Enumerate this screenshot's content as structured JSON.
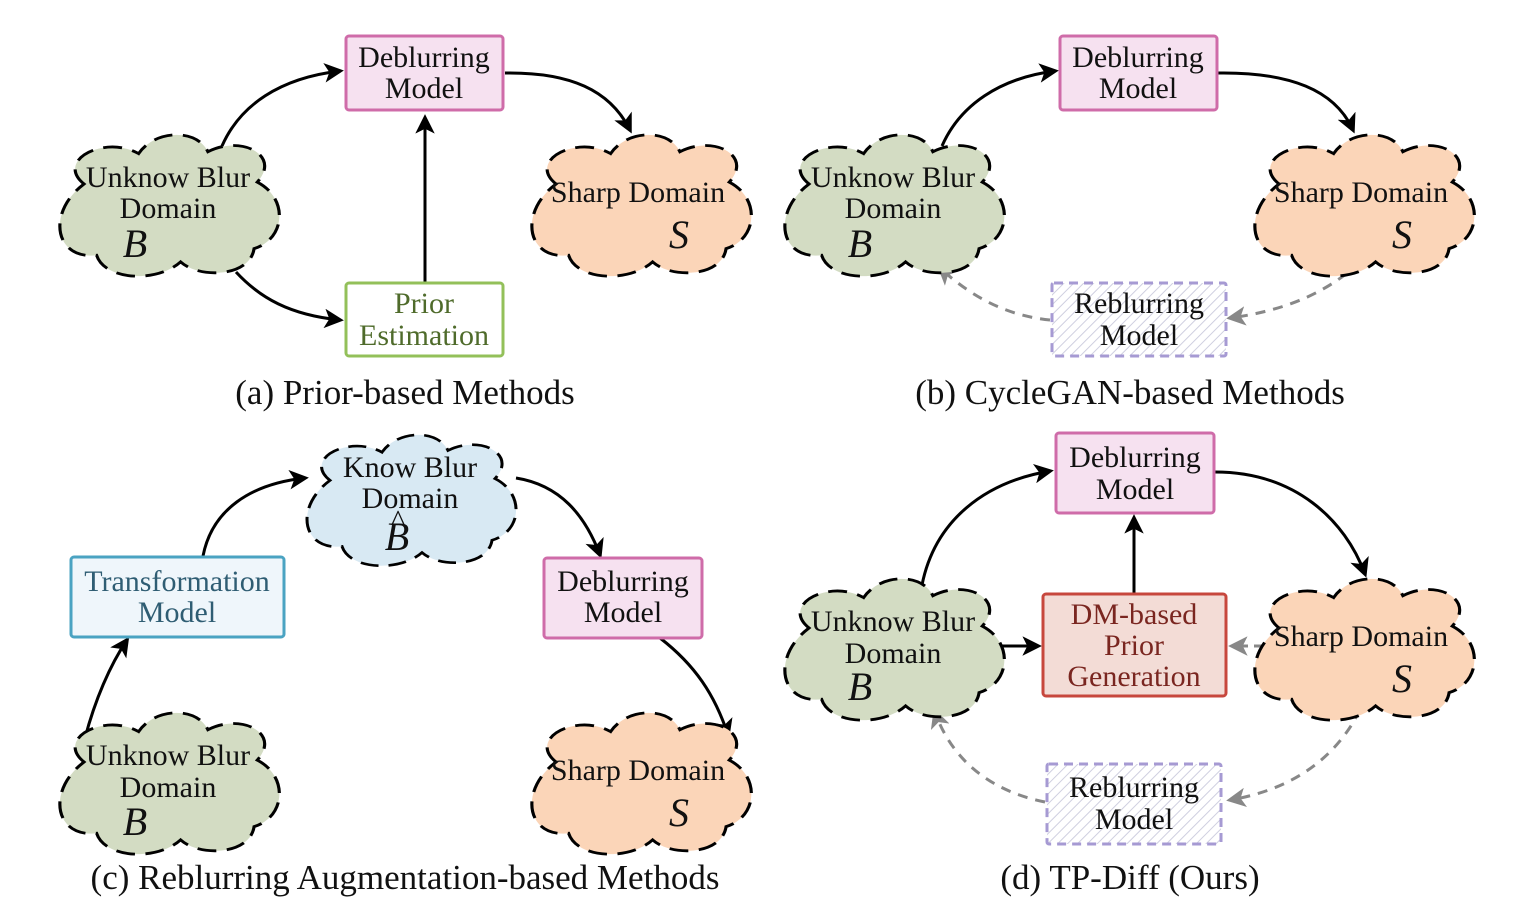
{
  "panel_a": {
    "caption": "(a) Prior-based Methods",
    "blur_domain": {
      "line1": "Unknow Blur",
      "line2": "Domain",
      "symbol": "B"
    },
    "sharp_domain": {
      "line1": "Sharp Domain",
      "symbol": "S"
    },
    "deblur_model": {
      "line1": "Deblurring",
      "line2": "Model"
    },
    "prior_estimation": {
      "line1": "Prior",
      "line2": "Estimation"
    }
  },
  "panel_b": {
    "caption": "(b) CycleGAN-based Methods",
    "blur_domain": {
      "line1": "Unknow Blur",
      "line2": "Domain",
      "symbol": "B"
    },
    "sharp_domain": {
      "line1": "Sharp Domain",
      "symbol": "S"
    },
    "deblur_model": {
      "line1": "Deblurring",
      "line2": "Model"
    },
    "reblur_model": {
      "line1": "Reblurring",
      "line2": "Model"
    }
  },
  "panel_c": {
    "caption": "(c) Reblurring Augmentation-based Methods",
    "blur_domain": {
      "line1": "Unknow Blur",
      "line2": "Domain",
      "symbol": "B"
    },
    "known_domain": {
      "line1": "Know Blur",
      "line2": "Domain",
      "symbol": "B",
      "hat": "^"
    },
    "sharp_domain": {
      "line1": "Sharp Domain",
      "symbol": "S"
    },
    "transform_model": {
      "line1": "Transformation",
      "line2": "Model"
    },
    "deblur_model": {
      "line1": "Deblurring",
      "line2": "Model"
    }
  },
  "panel_d": {
    "caption": "(d) TP-Diff (Ours)",
    "blur_domain": {
      "line1": "Unknow Blur",
      "line2": "Domain",
      "symbol": "B"
    },
    "sharp_domain": {
      "line1": "Sharp Domain",
      "symbol": "S"
    },
    "deblur_model": {
      "line1": "Deblurring",
      "line2": "Model"
    },
    "dm_prior": {
      "line1": "DM-based",
      "line2": "Prior",
      "line3": "Generation"
    },
    "reblur_model": {
      "line1": "Reblurring",
      "line2": "Model"
    }
  },
  "colors": {
    "blur_cloud": "#d3dcc3",
    "sharp_cloud": "#fbd5b8",
    "known_cloud": "#d8e9f3",
    "deblur_fill": "#f6e1f0",
    "deblur_stroke": "#cf6ca9",
    "prior_fill": "#ffffff",
    "prior_stroke": "#93c05a",
    "prior_text": "#4f6b2b",
    "transform_fill": "#eff6fb",
    "transform_stroke": "#4aa3c2",
    "transform_text": "#2f5d73",
    "dm_fill": "#f3dcd6",
    "dm_stroke": "#c7473d",
    "dm_text": "#7a2620",
    "reblur_stroke": "#a69ad3",
    "gray_arrow": "#888888"
  }
}
